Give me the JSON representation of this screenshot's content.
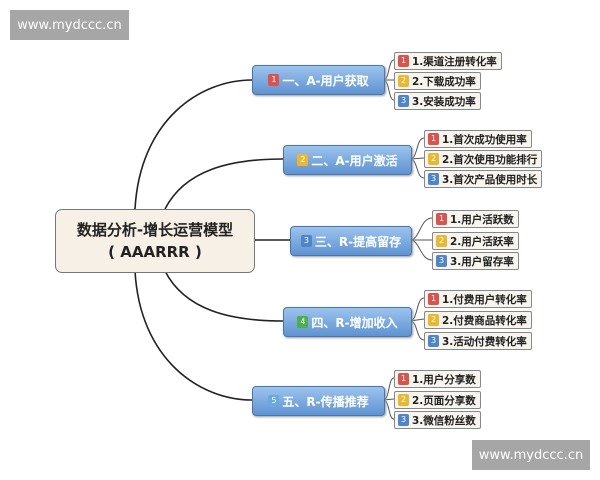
{
  "watermark": "www.mydccc.cn",
  "center": {
    "title": "数据分析-增长运营模型",
    "subtitle": "( AAARRR )"
  },
  "badge_colors": {
    "1": "#d9534f",
    "2": "#e8b830",
    "3": "#4f86c9",
    "4": "#4cae4c",
    "5": "#6aa8e0"
  },
  "branches": [
    {
      "num": "1",
      "label": "一、A-用户获取",
      "leaves": [
        "1.渠道注册转化率",
        "2.下载成功率",
        "3.安装成功率"
      ]
    },
    {
      "num": "2",
      "label": "二、A-用户激活",
      "leaves": [
        "1.首次成功使用率",
        "2.首次使用功能排行",
        "3.首次产品使用时长"
      ]
    },
    {
      "num": "3",
      "label": "三、R-提高留存",
      "leaves": [
        "1.用户活跃数",
        "2.用户活跃率",
        "3.用户留存率"
      ]
    },
    {
      "num": "4",
      "label": "四、R-增加收入",
      "leaves": [
        "1.付费用户转化率",
        "2.付费商品转化率",
        "3.活动付费转化率"
      ]
    },
    {
      "num": "5",
      "label": "五、R-传播推荐",
      "leaves": [
        "1.用户分享数",
        "2.页面分享数",
        "3.微信粉丝数"
      ]
    }
  ]
}
